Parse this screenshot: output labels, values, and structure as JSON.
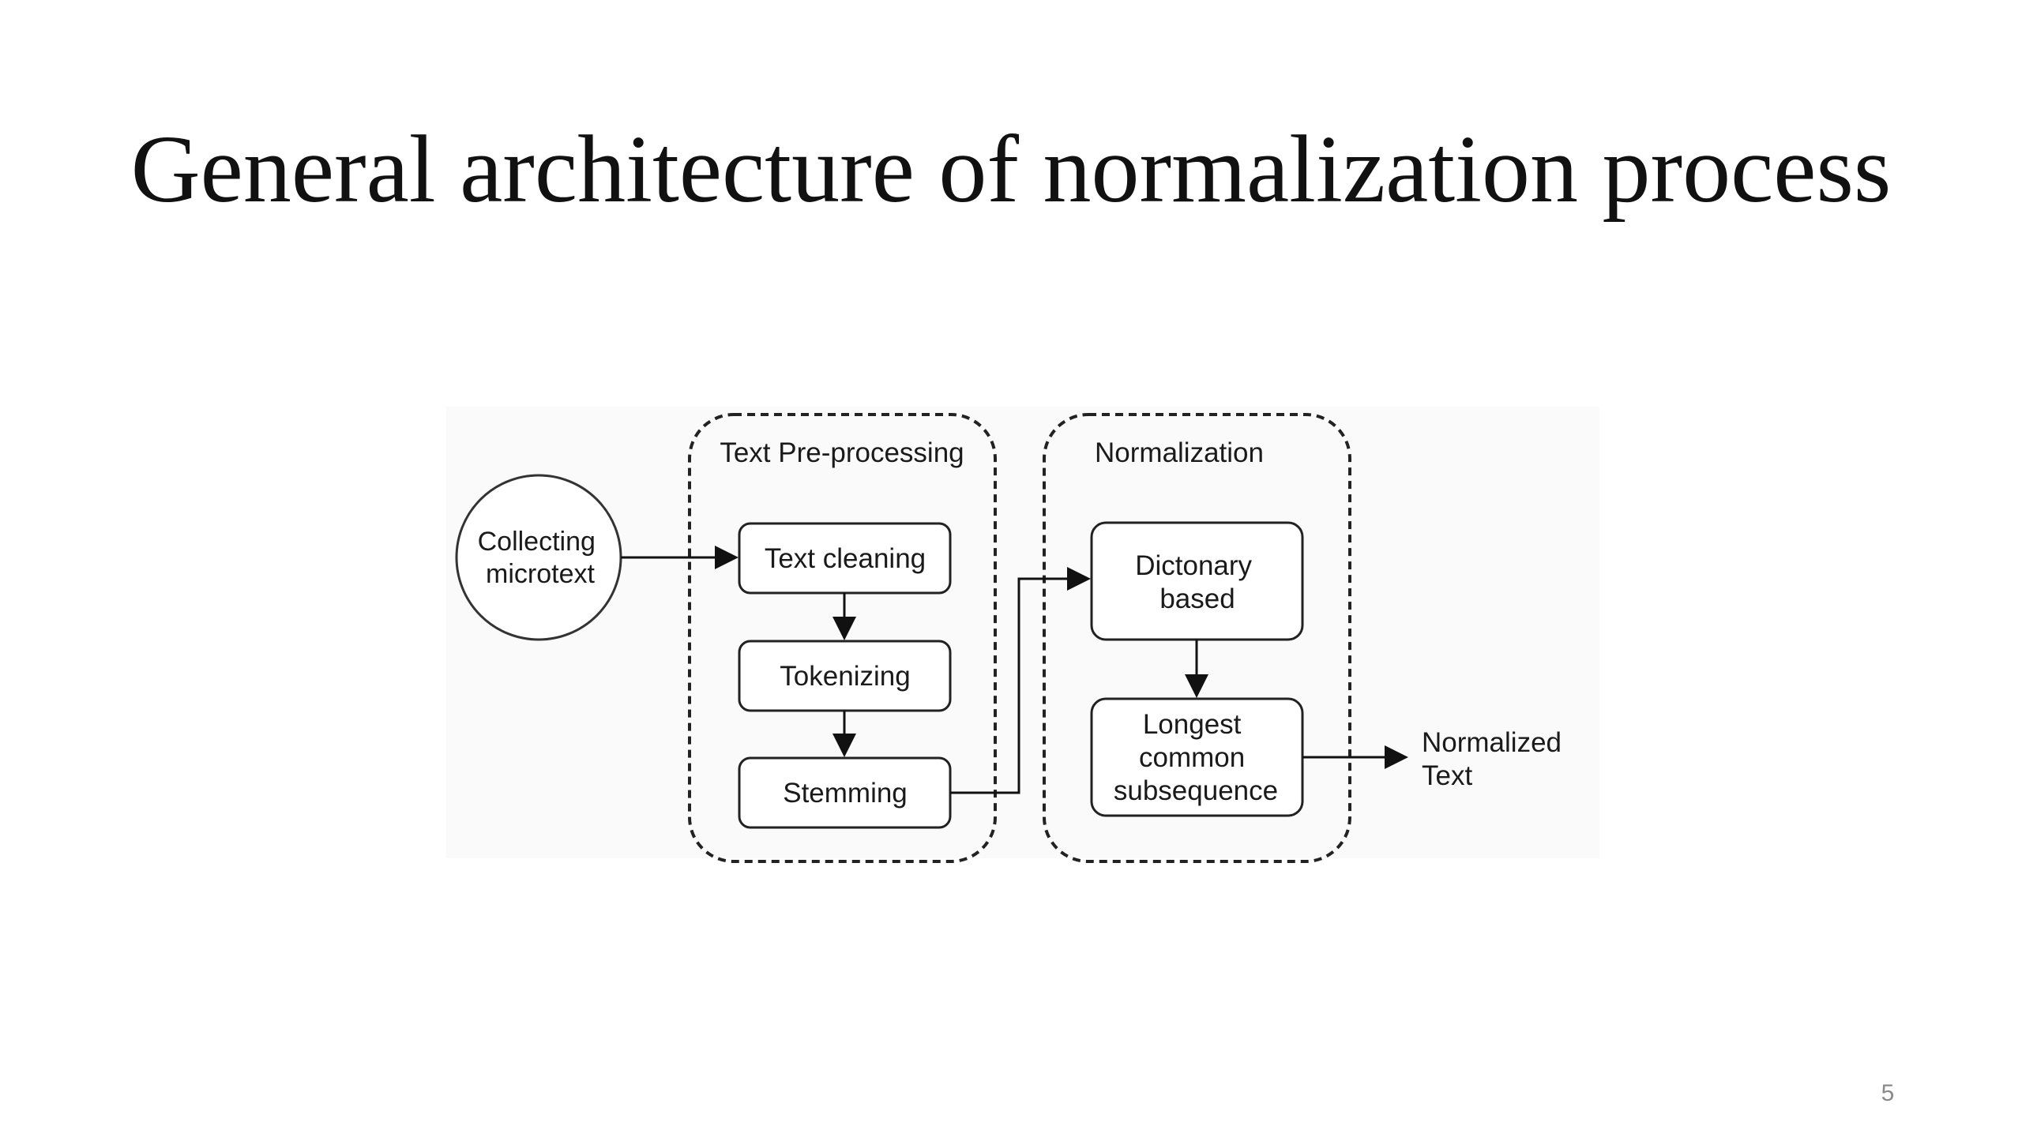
{
  "slide": {
    "title": "General architecture of normalization process",
    "page_number": "5"
  },
  "diagram": {
    "groups": {
      "preprocessing": {
        "label": "Text Pre-processing"
      },
      "normalization": {
        "label": "Normalization"
      }
    },
    "nodes": {
      "collecting": {
        "lines": [
          "Collecting",
          "microtext"
        ]
      },
      "text_cleaning": {
        "lines": [
          "Text cleaning"
        ]
      },
      "tokenizing": {
        "lines": [
          "Tokenizing"
        ]
      },
      "stemming": {
        "lines": [
          "Stemming"
        ]
      },
      "dictionary": {
        "lines": [
          "Dictonary",
          "based"
        ]
      },
      "lcs": {
        "lines": [
          "Longest",
          "common",
          "subsequence"
        ]
      },
      "output": {
        "lines": [
          "Normalized",
          "Text"
        ]
      }
    },
    "edges": [
      {
        "from": "Collecting microtext",
        "to": "Text cleaning"
      },
      {
        "from": "Text cleaning",
        "to": "Tokenizing"
      },
      {
        "from": "Tokenizing",
        "to": "Stemming"
      },
      {
        "from": "Stemming",
        "to": "Dictonary based"
      },
      {
        "from": "Dictonary based",
        "to": "Longest common subsequence"
      },
      {
        "from": "Longest common subsequence",
        "to": "Normalized Text"
      }
    ]
  }
}
